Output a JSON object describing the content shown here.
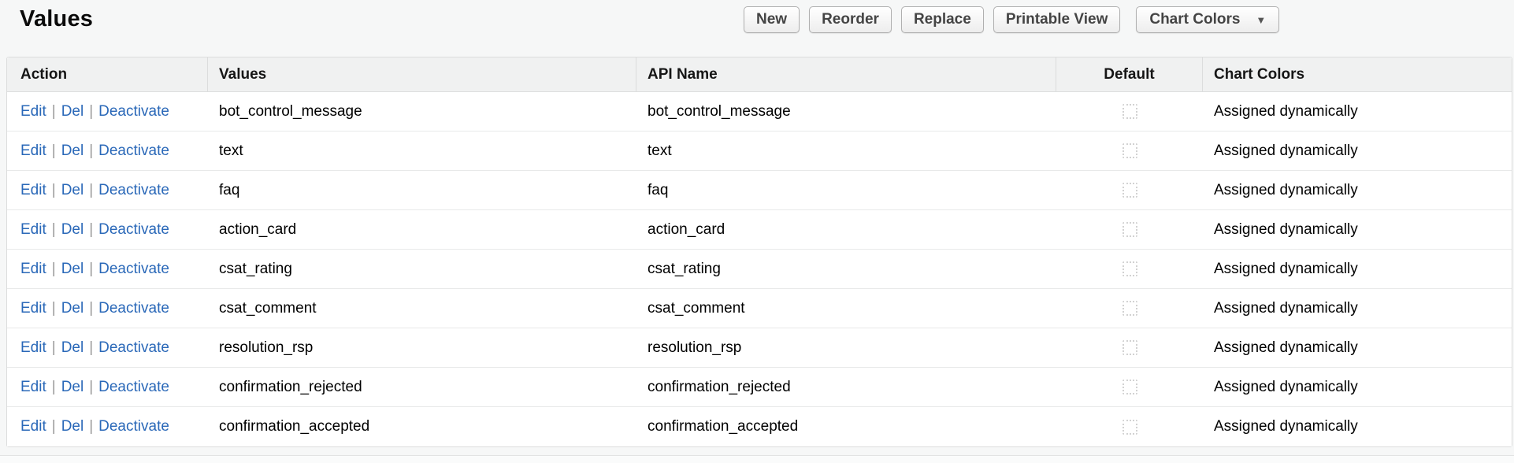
{
  "page": {
    "title": "Values"
  },
  "toolbar": {
    "new_label": "New",
    "reorder_label": "Reorder",
    "replace_label": "Replace",
    "printable_view_label": "Printable View",
    "chart_colors_label": "Chart Colors",
    "caret_glyph": "▼"
  },
  "table": {
    "columns": [
      "Action",
      "Values",
      "API Name",
      "Default",
      "Chart Colors"
    ],
    "action_labels": [
      "Edit",
      "Del",
      "Deactivate"
    ],
    "action_separator": "|",
    "rows": [
      {
        "value": "bot_control_message",
        "api_name": "bot_control_message",
        "default": false,
        "chart_colors": "Assigned dynamically"
      },
      {
        "value": "text",
        "api_name": "text",
        "default": false,
        "chart_colors": "Assigned dynamically"
      },
      {
        "value": "faq",
        "api_name": "faq",
        "default": false,
        "chart_colors": "Assigned dynamically"
      },
      {
        "value": "action_card",
        "api_name": "action_card",
        "default": false,
        "chart_colors": "Assigned dynamically"
      },
      {
        "value": "csat_rating",
        "api_name": "csat_rating",
        "default": false,
        "chart_colors": "Assigned dynamically"
      },
      {
        "value": "csat_comment",
        "api_name": "csat_comment",
        "default": false,
        "chart_colors": "Assigned dynamically"
      },
      {
        "value": "resolution_rsp",
        "api_name": "resolution_rsp",
        "default": false,
        "chart_colors": "Assigned dynamically"
      },
      {
        "value": "confirmation_rejected",
        "api_name": "confirmation_rejected",
        "default": false,
        "chart_colors": "Assigned dynamically"
      },
      {
        "value": "confirmation_accepted",
        "api_name": "confirmation_accepted",
        "default": false,
        "chart_colors": "Assigned dynamically"
      }
    ]
  },
  "colors": {
    "link": "#2a68b8",
    "header_bg": "#f0f1f1",
    "border": "#dcdddd",
    "page_bg": "#f6f7f7"
  }
}
